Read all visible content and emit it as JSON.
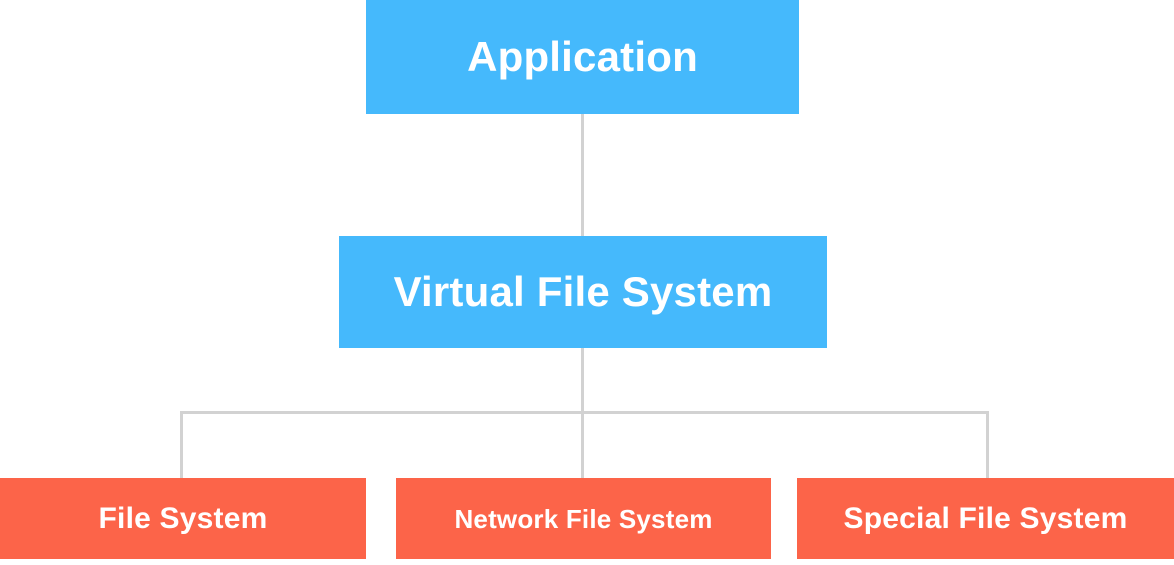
{
  "diagram": {
    "title": "Virtual File System layering diagram",
    "colors": {
      "layer_primary": "#45b9fc",
      "layer_secondary": "#fc6449",
      "connector": "#d2d2d2",
      "background": "#ffffff",
      "label_text": "#ffffff"
    },
    "nodes": {
      "application": {
        "label": "Application",
        "level": 1,
        "color": "#45b9fc"
      },
      "vfs": {
        "label": "Virtual File System",
        "level": 2,
        "color": "#45b9fc"
      },
      "file_system": {
        "label": "File System",
        "level": 3,
        "color": "#fc6449"
      },
      "network_file_system": {
        "label": "Network File System",
        "level": 3,
        "color": "#fc6449"
      },
      "special_file_system": {
        "label": "Special File System",
        "level": 3,
        "color": "#fc6449"
      }
    },
    "edges": [
      {
        "from": "application",
        "to": "vfs"
      },
      {
        "from": "vfs",
        "to": "file_system"
      },
      {
        "from": "vfs",
        "to": "network_file_system"
      },
      {
        "from": "vfs",
        "to": "special_file_system"
      }
    ]
  }
}
